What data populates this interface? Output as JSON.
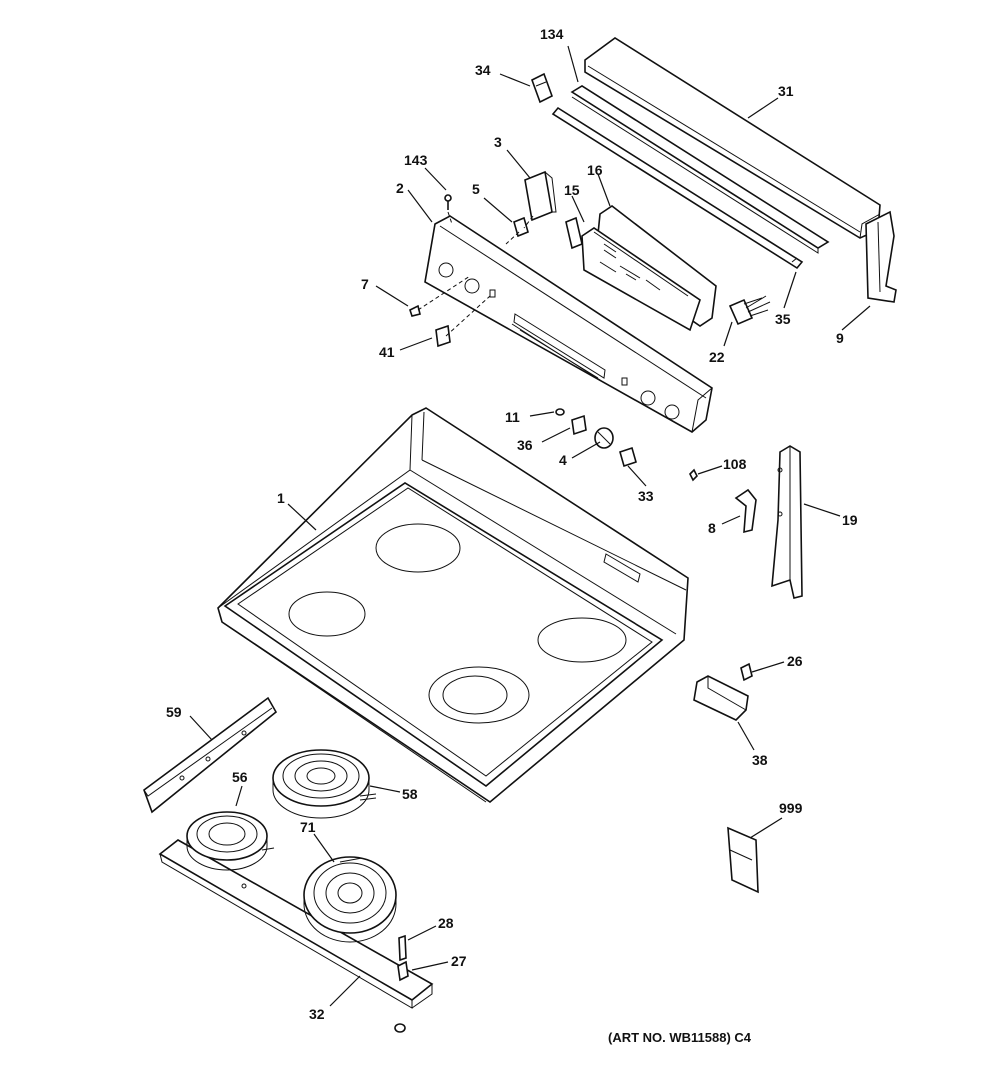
{
  "caption": "(ART NO. WB11588) C4",
  "callouts": {
    "c1": "1",
    "c2": "2",
    "c3": "3",
    "c4": "4",
    "c5": "5",
    "c7": "7",
    "c8": "8",
    "c9": "9",
    "c11": "11",
    "c15": "15",
    "c16": "16",
    "c19": "19",
    "c22": "22",
    "c26": "26",
    "c27": "27",
    "c28": "28",
    "c31": "31",
    "c32": "32",
    "c33": "33",
    "c34": "34",
    "c35": "35",
    "c36": "36",
    "c38": "38",
    "c41": "41",
    "c56": "56",
    "c58": "58",
    "c59": "59",
    "c71": "71",
    "c108": "108",
    "c134": "134",
    "c143": "143",
    "c999": "999"
  }
}
